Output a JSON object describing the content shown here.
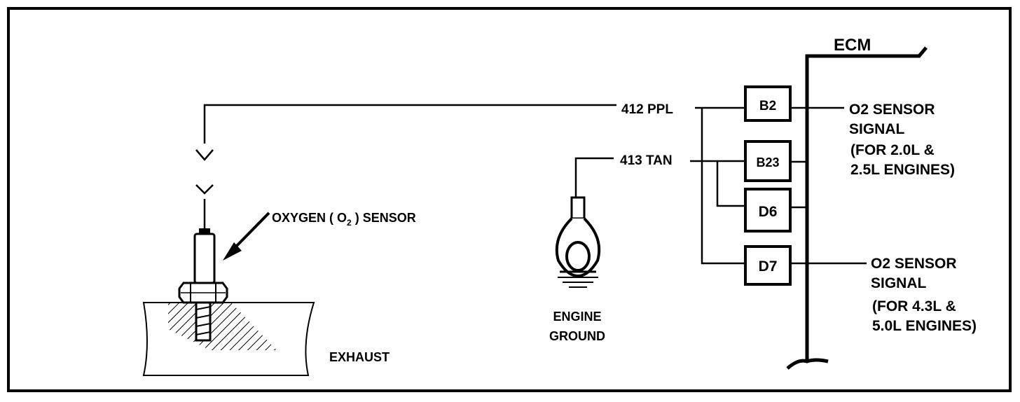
{
  "diagram": {
    "ecm_label": "ECM",
    "wires": {
      "ppl": "412 PPL",
      "tan": "413 TAN"
    },
    "pins": {
      "b2": "B2",
      "b23": "B23",
      "d6": "D6",
      "d7": "D7"
    },
    "signal_upper": {
      "line1": "O2 SENSOR",
      "line2": "SIGNAL",
      "line3": "(FOR 2.0L &",
      "line4": "2.5L ENGINES)"
    },
    "signal_lower": {
      "line1": "O2 SENSOR",
      "line2": "SIGNAL",
      "line3": "(FOR 4.3L &",
      "line4": "5.0L ENGINES)"
    },
    "sensor_label": {
      "prefix": "OXYGEN ( O",
      "subscript": "2",
      "suffix": " ) SENSOR"
    },
    "ground_label": {
      "line1": "ENGINE",
      "line2": "GROUND"
    },
    "exhaust_label": "EXHAUST"
  }
}
